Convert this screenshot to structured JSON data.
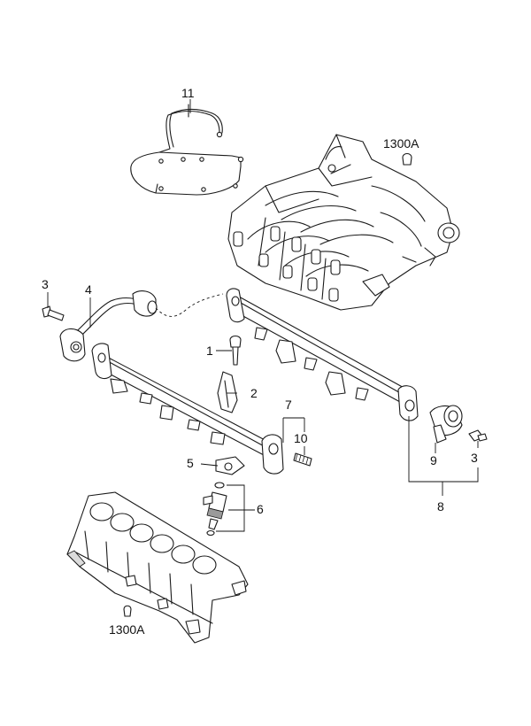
{
  "diagram": {
    "labels": {
      "p1": "1",
      "p2": "2",
      "p3a": "3",
      "p3b": "3",
      "p4": "4",
      "p5": "5",
      "p6": "6",
      "p7": "7",
      "p8": "8",
      "p9": "9",
      "p10": "10",
      "p11": "11",
      "ref_top": "1300A",
      "ref_bottom": "1300A"
    }
  }
}
